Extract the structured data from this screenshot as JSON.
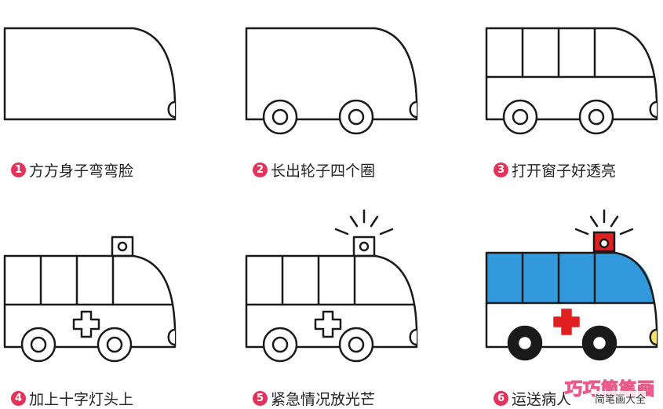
{
  "steps": [
    {
      "number": "1",
      "caption": "方方身子弯弯脸"
    },
    {
      "number": "2",
      "caption": "长出轮子四个圈"
    },
    {
      "number": "3",
      "caption": "打开窗子好透亮"
    },
    {
      "number": "4",
      "caption": "加上十字灯头上"
    },
    {
      "number": "5",
      "caption": "紧急情况放光芒"
    },
    {
      "number": "6",
      "caption": "运送病人"
    }
  ],
  "watermark": {
    "brand": "巧巧简笔画",
    "sub": "简笔画大全"
  },
  "colors": {
    "badge": "#e2335a",
    "body_blue": "#3399dd",
    "cross_red": "#e02020",
    "tire_black": "#1a1a1a",
    "headlight_yellow": "#f5e06a",
    "siren_red": "#e02020"
  }
}
